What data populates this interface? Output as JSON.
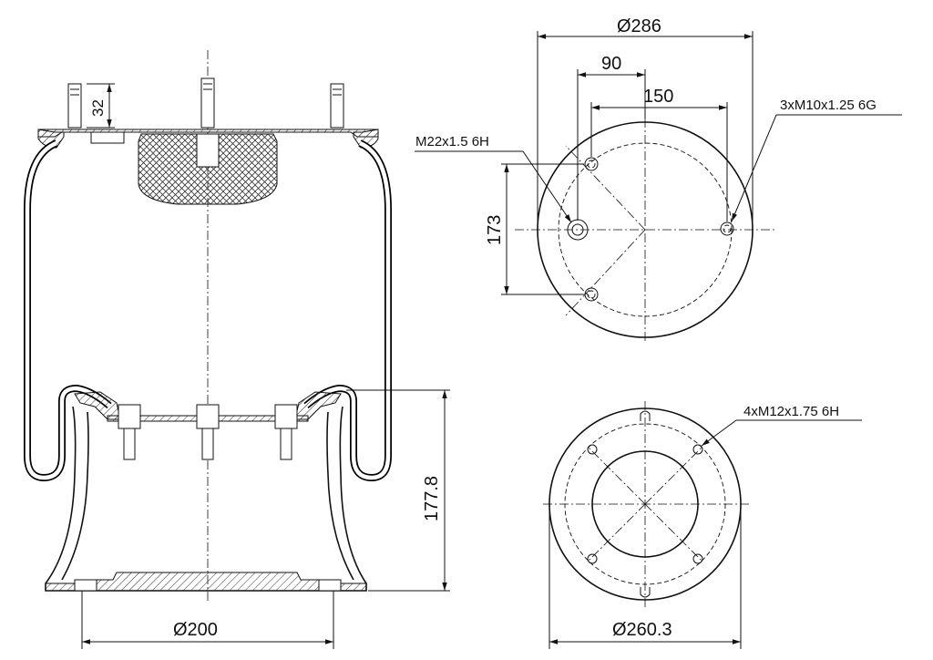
{
  "side_view": {
    "stud_height": "32",
    "bottom_diameter": "Ø200",
    "piston_height": "177.8"
  },
  "top_view": {
    "overall_diameter": "Ø286",
    "offset_90": "90",
    "spacing_150": "150",
    "offset_173": "173",
    "air_port": "M22x1.5 6H",
    "top_studs": "3xM10x1.25 6G"
  },
  "bottom_view": {
    "bottom_studs": "4xM12x1.75 6H",
    "piston_diameter": "Ø260.3"
  }
}
